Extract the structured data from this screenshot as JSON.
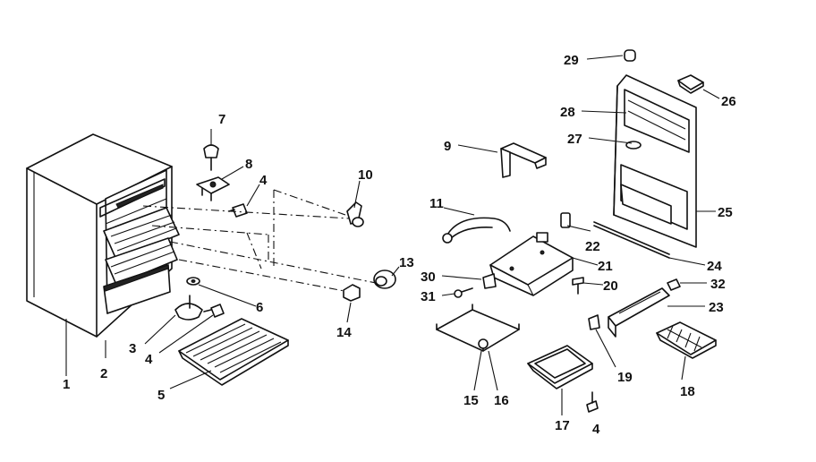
{
  "callouts": [
    {
      "id": "1",
      "label": "1"
    },
    {
      "id": "2",
      "label": "2"
    },
    {
      "id": "3",
      "label": "3"
    },
    {
      "id": "4a",
      "label": "4"
    },
    {
      "id": "5",
      "label": "5"
    },
    {
      "id": "6",
      "label": "6"
    },
    {
      "id": "7",
      "label": "7"
    },
    {
      "id": "8",
      "label": "8"
    },
    {
      "id": "4b",
      "label": "4"
    },
    {
      "id": "9",
      "label": "9"
    },
    {
      "id": "10",
      "label": "10"
    },
    {
      "id": "11",
      "label": "11"
    },
    {
      "id": "13",
      "label": "13"
    },
    {
      "id": "14",
      "label": "14"
    },
    {
      "id": "15",
      "label": "15"
    },
    {
      "id": "16",
      "label": "16"
    },
    {
      "id": "17",
      "label": "17"
    },
    {
      "id": "18",
      "label": "18"
    },
    {
      "id": "19",
      "label": "19"
    },
    {
      "id": "20",
      "label": "20"
    },
    {
      "id": "21",
      "label": "21"
    },
    {
      "id": "22",
      "label": "22"
    },
    {
      "id": "23",
      "label": "23"
    },
    {
      "id": "24",
      "label": "24"
    },
    {
      "id": "25",
      "label": "25"
    },
    {
      "id": "26",
      "label": "26"
    },
    {
      "id": "27",
      "label": "27"
    },
    {
      "id": "28",
      "label": "28"
    },
    {
      "id": "29",
      "label": "29"
    },
    {
      "id": "30",
      "label": "30"
    },
    {
      "id": "31",
      "label": "31"
    },
    {
      "id": "32",
      "label": "32"
    },
    {
      "id": "4c",
      "label": "4"
    }
  ]
}
